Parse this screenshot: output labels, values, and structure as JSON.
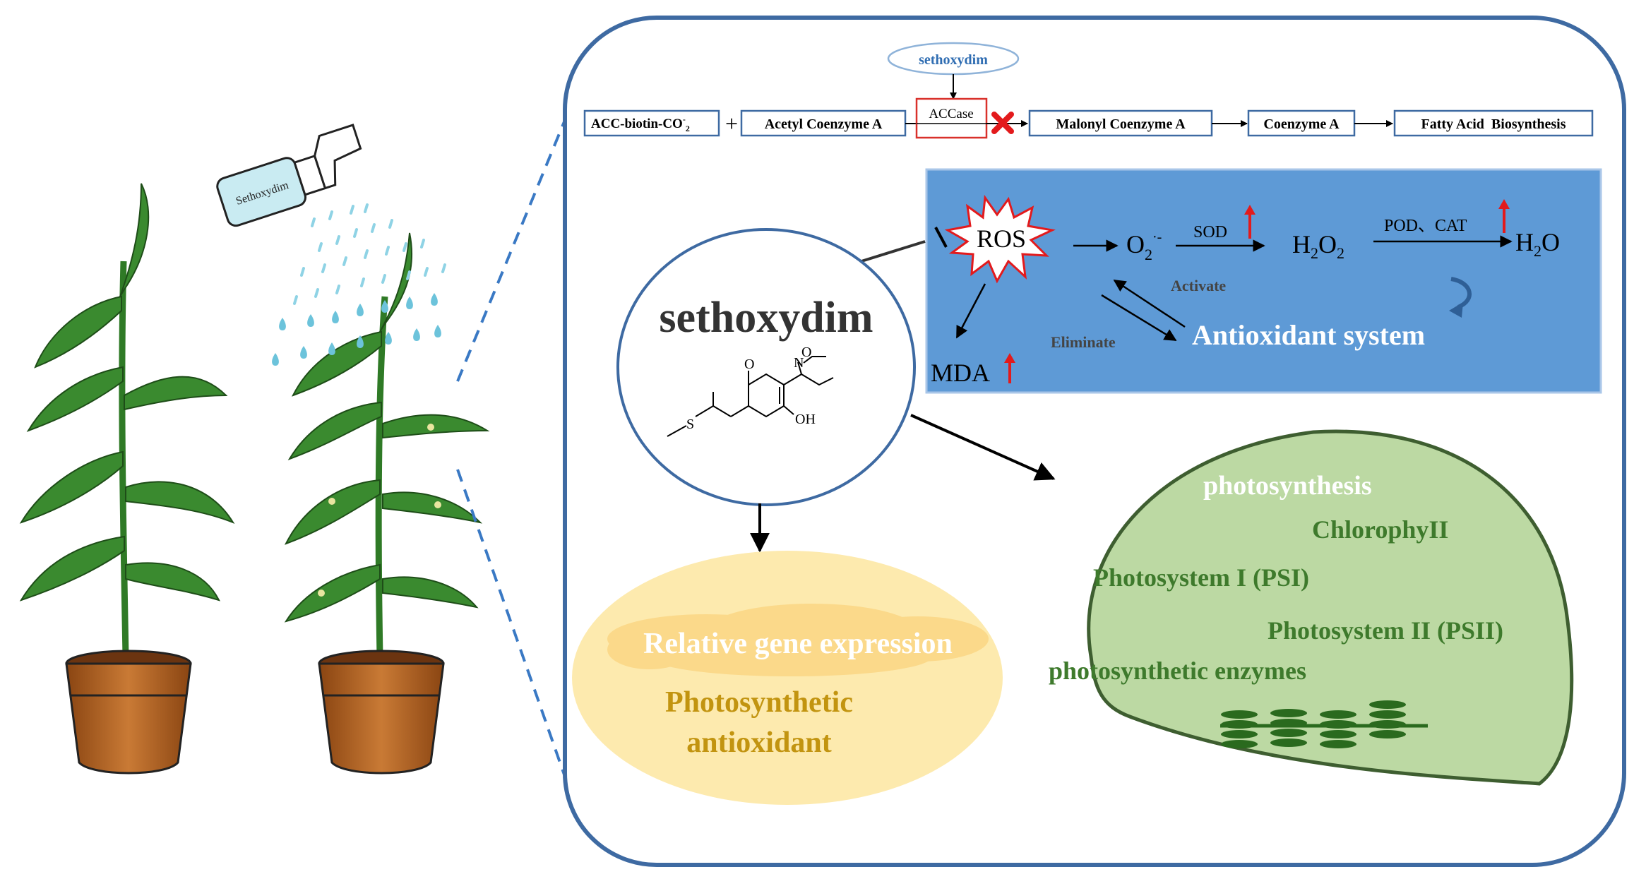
{
  "bottle_label": "Sethoxydim",
  "pathway": {
    "inhibitor": "sethoxydim",
    "nodes": [
      "ACC-biotin-CO",
      "Acetyl Coenzyme A",
      "ACCase",
      "Malonyl Coenzyme A",
      "Coenzyme A",
      "Fatty Acid  Biosynthesis"
    ],
    "co2_sup": "-",
    "co2_sub": "2",
    "plus": "+"
  },
  "ros_panel": {
    "ros": "ROS",
    "o2": "O",
    "o2_sub": "2",
    "o2_sup": "·-",
    "sod": "SOD",
    "h2o2_h": "H",
    "h2o2_2a": "2",
    "h2o2_o": "O",
    "h2o2_2b": "2",
    "pod_cat": "POD、CAT",
    "h2o_h": "H",
    "h2o_2": "2",
    "h2o_o": "O",
    "activate": "Activate",
    "eliminate": "Eliminate",
    "antioxidant": "Antioxidant system",
    "mda": "MDA"
  },
  "center": {
    "title": "sethoxydim",
    "o_label": "O",
    "n_label": "N",
    "o2_label": "O",
    "s_label": "S",
    "oh_label": "OH"
  },
  "yellow": {
    "cloud_text": "Relative gene expression",
    "line1": "Photosynthetic",
    "line2": "antioxidant"
  },
  "green": {
    "title": "photosynthesis",
    "chlorophyll": "ChlorophyII",
    "psi": "Photosystem I (PSI)",
    "psii": "Photosystem II (PSII)",
    "enzymes": "photosynthetic enzymes"
  },
  "colors": {
    "frame": "#3e6aa2",
    "panel": "#5e9ad6",
    "accase_box": "#d9312b",
    "red_arrow": "#e31a1c",
    "leaf": "#3a8a2f",
    "pot": "#b8621e",
    "yellow": "#fdeaae",
    "green_fill": "#bcd9a3",
    "green_stroke": "#4a7a3a",
    "green_text": "#3e7a2c",
    "gold_text": "#c29410"
  }
}
